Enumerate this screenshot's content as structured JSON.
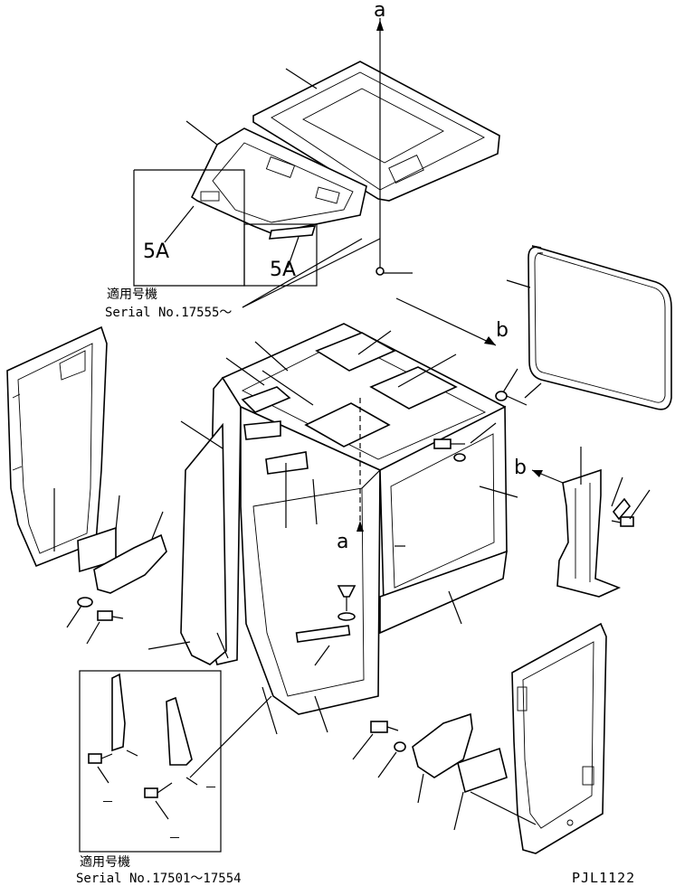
{
  "diagram": {
    "drawing_code": "PJL1122",
    "applicability_label": "適用号機",
    "variant_top": {
      "serial_text": "Serial No.17555～",
      "callouts": [
        "5A",
        "5A"
      ]
    },
    "variant_bottom": {
      "serial_text": "Serial No.17501～17554",
      "callouts": [
        "－",
        "－",
        "－"
      ]
    },
    "view_arrows": [
      {
        "letter": "a",
        "role": "top-arrow-label"
      },
      {
        "letter": "a",
        "role": "middle-arrow-label"
      },
      {
        "letter": "b",
        "role": "upper-right-arrow-label"
      },
      {
        "letter": "b",
        "role": "right-arrow-label"
      }
    ],
    "parts": [
      "roof-panel",
      "headliner-top",
      "headliner-inner",
      "window-seal",
      "cab-frame",
      "left-door",
      "right-door",
      "pillar-cover",
      "step-cover-left",
      "step-cover-right",
      "front-door-glass",
      "bolt",
      "washer",
      "clip",
      "mat-pads"
    ]
  }
}
